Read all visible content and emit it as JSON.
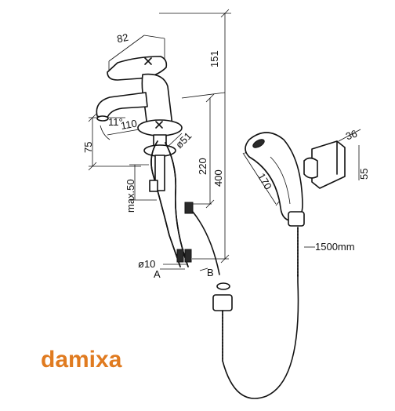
{
  "brand": {
    "name": "damixa",
    "color": "#e07b20"
  },
  "dimensions": {
    "lever_width": "82",
    "total_height": "151",
    "spout_height": "75",
    "spout_angle": "11°",
    "spout_reach": "110",
    "base_diameter": "ø51",
    "max_thickness": "max.50",
    "hose_height": "220",
    "hose_length_total": "400",
    "pipe_diameter": "ø10",
    "inlet_a": "A",
    "inlet_b": "B",
    "handshower_length": "170",
    "holder_width": "36",
    "holder_height": "55",
    "shower_hose_length": "1500mm"
  }
}
